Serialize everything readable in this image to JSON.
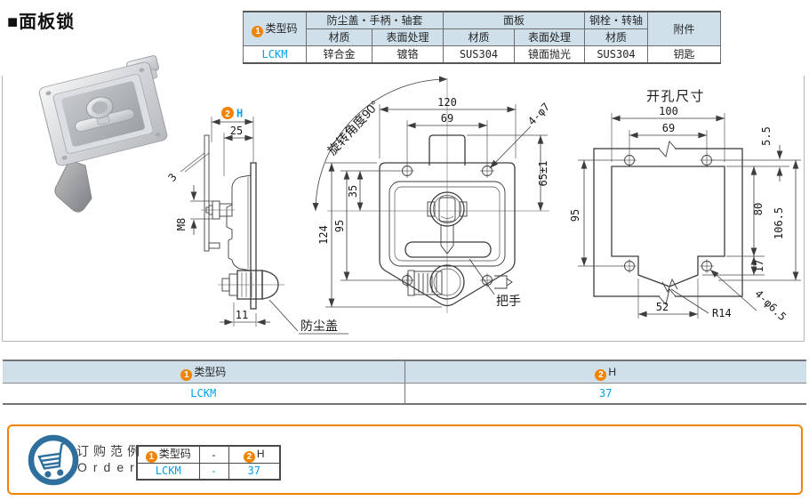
{
  "title": "■面板锁",
  "colors": {
    "accent_orange": "#f08300",
    "link_cyan": "#00a0e9",
    "table_header_bg": "#cfe0eb",
    "cart_blue": "#2e6f9e"
  },
  "spec_table": {
    "type_code_num": "1",
    "type_code_label": "类型码",
    "group_dust_handle": "防尘盖・手柄・轴套",
    "group_panel": "面板",
    "group_bolt": "钢栓・转轴",
    "accessory_header": "附件",
    "sub_material_1": "材质",
    "sub_surface_1": "表面处理",
    "sub_material_2": "材质",
    "sub_surface_2": "表面处理",
    "sub_material_3": "材质",
    "row": {
      "type_code": "LCKM",
      "dust_material": "锌合金",
      "dust_surface": "镀铬",
      "panel_material": "SUS304",
      "panel_surface": "镜面抛光",
      "bolt_material": "SUS304",
      "accessory": "钥匙"
    }
  },
  "drawings": {
    "side": {
      "h_num": "2",
      "h_label": "H",
      "dim_25": "25",
      "dim_3": "3",
      "m8": "M8",
      "dim_11": "11"
    },
    "front": {
      "rotation": "旋转角度90°",
      "dim_120": "120",
      "dim_69": "69",
      "holes": "4-φ7",
      "dim_65": "65±1",
      "dim_35": "35",
      "dim_95": "95",
      "dim_124": "124",
      "handle": "把手",
      "dust_cover": "防尘盖"
    },
    "cutout": {
      "title": "开孔尺寸",
      "dim_100": "100",
      "dim_69": "69",
      "dim_5_5": "5.5",
      "dim_95": "95",
      "dim_80": "80",
      "dim_106_5": "106.5",
      "dim_17": "17",
      "dim_52": "52",
      "r14": "R14",
      "holes": "4-φ6.5"
    }
  },
  "selection_table": {
    "col1_num": "1",
    "col1_label": "类型码",
    "col2_num": "2",
    "col2_label": "H",
    "row": {
      "type_code": "LCKM",
      "h_value": "37"
    }
  },
  "order": {
    "label_cn": "订购范例",
    "label_en": "Order",
    "header_num1": "1",
    "header_label1": "类型码",
    "separator": "-",
    "header_num2": "2",
    "header_label2": "H",
    "row": {
      "type_code": "LCKM",
      "separator": "-",
      "h_value": "37"
    }
  }
}
